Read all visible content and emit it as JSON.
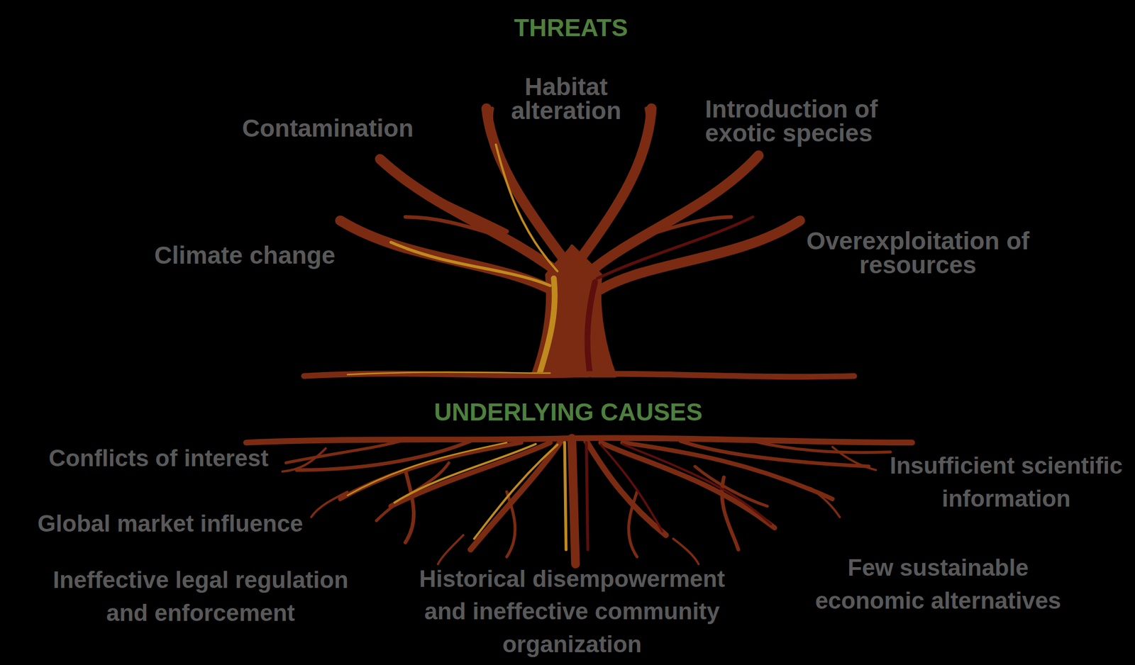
{
  "diagram": {
    "title": "THREATS",
    "labels": [
      "Habitat alteration",
      "Contamination",
      "Introduction of exotic species",
      "Climate change",
      "Overexploitation of resources",
      "UNDERLYING CAUSES",
      "Conflicts of interest",
      "Insufficient scientific information",
      "Global market influence",
      "Few sustainable economic alternatives",
      "Ineffective legal regulation and enforcement",
      "Historical disempowerment and ineffective community organization"
    ]
  }
}
